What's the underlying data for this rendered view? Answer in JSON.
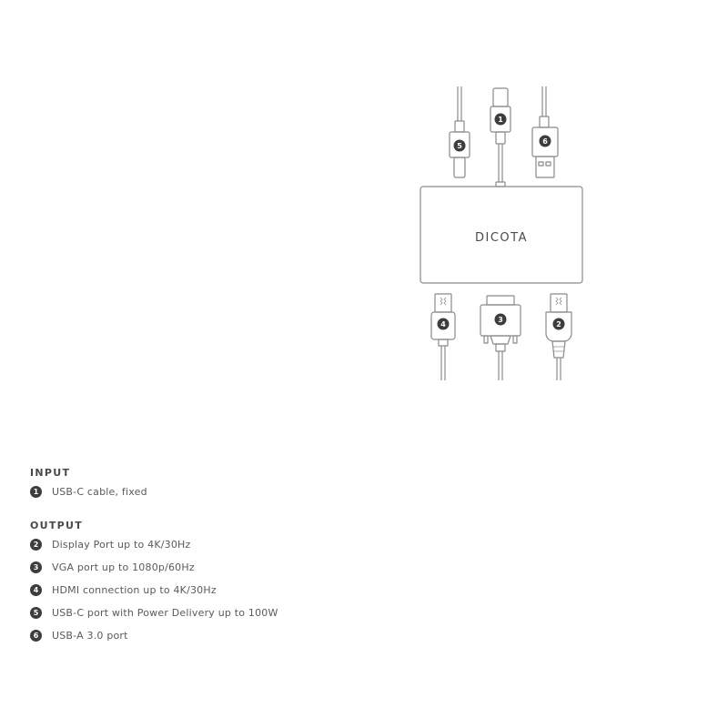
{
  "diagram": {
    "brand_label": "DICOTA",
    "stroke_color": "#8a8a8a",
    "badge_color": "#3d3d3d",
    "connectors": {
      "top": [
        {
          "number": "5",
          "type": "USB-C"
        },
        {
          "number": "1",
          "type": "USB-C cable (fixed)"
        },
        {
          "number": "6",
          "type": "USB-A"
        }
      ],
      "bottom": [
        {
          "number": "4",
          "type": "HDMI"
        },
        {
          "number": "3",
          "type": "VGA"
        },
        {
          "number": "2",
          "type": "DisplayPort"
        }
      ]
    }
  },
  "legend": {
    "input": {
      "title": "INPUT",
      "items": [
        {
          "number": "1",
          "text": "USB-C cable, fixed"
        }
      ]
    },
    "output": {
      "title": "OUTPUT",
      "items": [
        {
          "number": "2",
          "text": "Display Port up to 4K/30Hz"
        },
        {
          "number": "3",
          "text": "VGA port up to 1080p/60Hz"
        },
        {
          "number": "4",
          "text": "HDMI connection up to 4K/30Hz"
        },
        {
          "number": "5",
          "text": "USB-C port with Power Delivery up to 100W"
        },
        {
          "number": "6",
          "text": "USB-A 3.0 port"
        }
      ]
    }
  }
}
